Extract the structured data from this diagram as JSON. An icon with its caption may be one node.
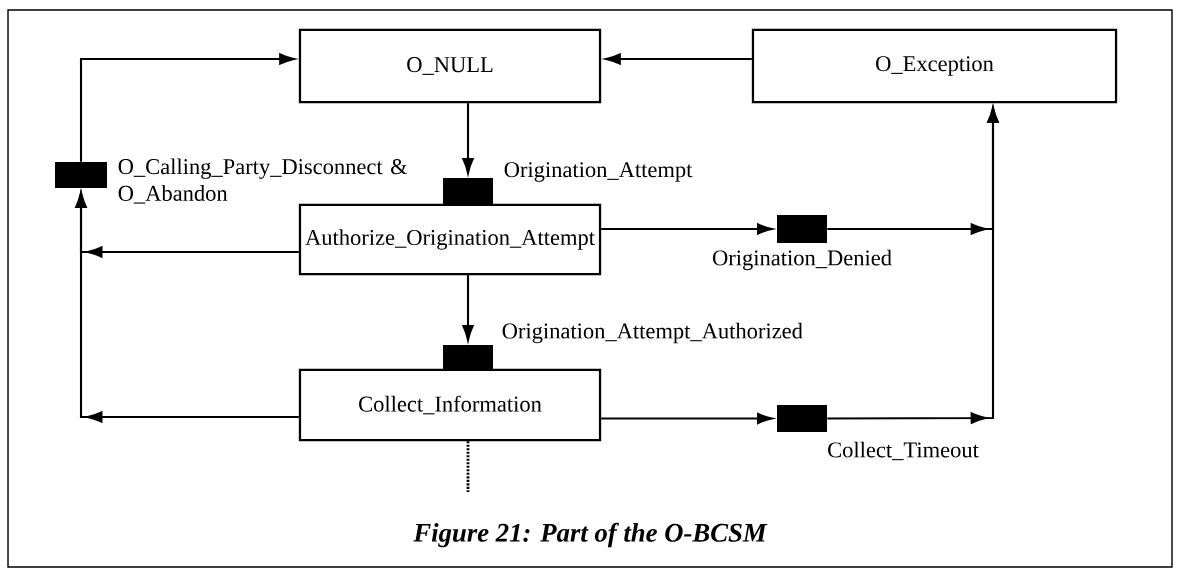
{
  "diagram": {
    "caption": "Figure 21: Part of the O-BCSM",
    "nodes": [
      {
        "text": [
          "O_NULL"
        ]
      },
      {
        "text": [
          "O_Exception"
        ]
      },
      {
        "text": [],
        "shape": "bar",
        "beside": [
          "O_Calling_Party_Disconnect & O_Abandon"
        ]
      },
      {
        "text": [],
        "shape": "bar",
        "beside": [
          "Origination_Attempt"
        ]
      },
      {
        "text": [
          "Authorize_Origination_Attempt"
        ]
      },
      {
        "text": [],
        "shape": "bar",
        "beside": [
          "Origination_Denied"
        ]
      },
      {
        "text": [],
        "shape": "bar",
        "beside": [
          "Origination_Attempt_Authorized"
        ]
      },
      {
        "text": [
          "Collect_Information"
        ]
      },
      {
        "text": [],
        "shape": "bar",
        "beside": [
          "Collect_Timeout"
        ]
      }
    ],
    "edges": [
      {
        "from": 0,
        "to": 3,
        "arrow": "to"
      },
      {
        "from": 1,
        "to": 0,
        "arrow": "to"
      },
      {
        "from": 4,
        "to": 2,
        "arrow": "to"
      },
      {
        "from": 7,
        "to": 2,
        "arrow": "to"
      },
      {
        "from": 2,
        "to": 0,
        "arrow": "to"
      },
      {
        "from": 4,
        "to": 5,
        "arrow": "to"
      },
      {
        "from": 5,
        "to": 1,
        "arrow": "to"
      },
      {
        "from": 7,
        "to": 8,
        "arrow": "to"
      },
      {
        "from": 8,
        "to": 1,
        "arrow": "to"
      },
      {
        "from": 4,
        "to": 6,
        "arrow": "to"
      },
      {
        "from": 7,
        "to": null,
        "arrow": "none",
        "style": "dashed"
      }
    ]
  }
}
